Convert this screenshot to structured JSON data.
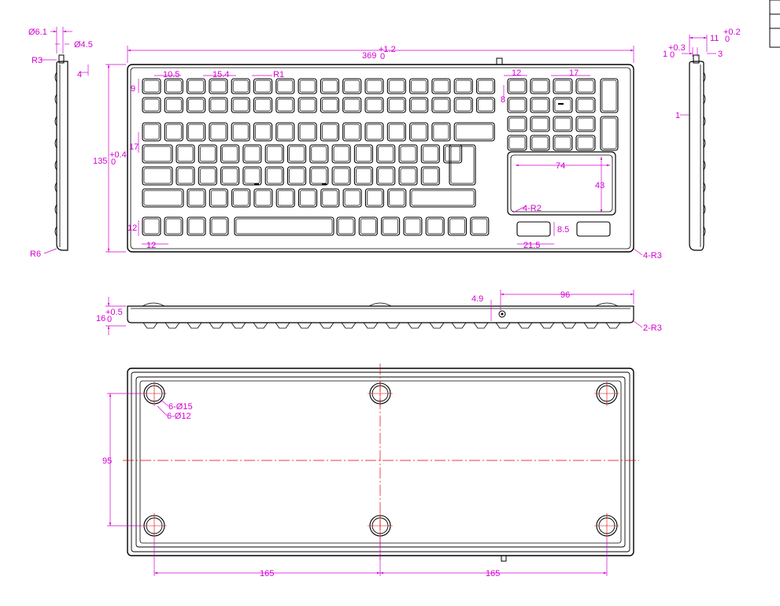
{
  "colors": {
    "outline": "#000000",
    "dimension": "#d400d4",
    "centerline": "#e00000"
  },
  "left_side_view": {
    "hole_dia_top": "Ø6.1",
    "hole_dia": "Ø4.5",
    "radius_top": "R3",
    "depth": "4",
    "radius_bottom": "R6"
  },
  "top_view": {
    "overall_width": "369",
    "overall_width_tol_upper": "+1.2",
    "overall_width_tol_lower": "0",
    "overall_height": "135",
    "overall_height_tol_upper": "+0.4",
    "overall_height_tol_lower": "0",
    "key_gap": "10.5",
    "key_pitch": "15.4",
    "key_radius": "R1",
    "key_height_small": "9",
    "row_pitch": "17",
    "key_size_h": "12",
    "key_size_w": "12",
    "numpad_key_w": "12",
    "numpad_pitch": "17",
    "numpad_gap": "8",
    "touchpad_w": "74",
    "touchpad_h": "43",
    "touchpad_radius": "4-R2",
    "button_w": "21.5",
    "button_h": "8.5",
    "corner_radius": "4-R3"
  },
  "right_side_view": {
    "dim_11": "11",
    "dim_11_tol_upper": "+0.2",
    "dim_11_tol_lower": "0",
    "dim_1": "1",
    "dim_1_tol_upper": "+0.3",
    "dim_1_tol_lower": "0",
    "dim_3": "3",
    "dim_1_lower": "1"
  },
  "front_view": {
    "thickness": "16",
    "thickness_tol_upper": "+0.5",
    "thickness_tol_lower": "0",
    "hole_dia": "4.9",
    "hole_offset": "96",
    "corner_radius": "2-R3"
  },
  "bottom_view": {
    "hole_outer": "6-Ø15",
    "hole_inner": "6-Ø12",
    "hole_spacing_v": "95",
    "hole_spacing_h_left": "165",
    "hole_spacing_h_right": "165"
  }
}
